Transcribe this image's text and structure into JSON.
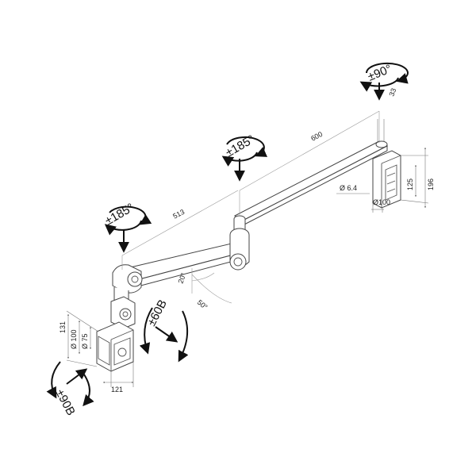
{
  "dimensions": {
    "arm_length_upper": "600",
    "arm_length_lower": "513",
    "top_offset": "33",
    "wall_plate_height": "125",
    "overall_height": "196",
    "hole_diameter": "Ø 6.4",
    "wall_plate_size": "Ø100",
    "vesa_height": "131",
    "vesa_100": "Ø 100",
    "vesa_75": "Ø 75",
    "head_width": "121"
  },
  "rotations": {
    "top_joint": "±90°",
    "middle_joint": "±185°",
    "left_joint": "±185°",
    "tilt": "±60B",
    "swivel": "±90B"
  },
  "angles": {
    "tilt_down": "20°",
    "tilt_up": "50°"
  }
}
